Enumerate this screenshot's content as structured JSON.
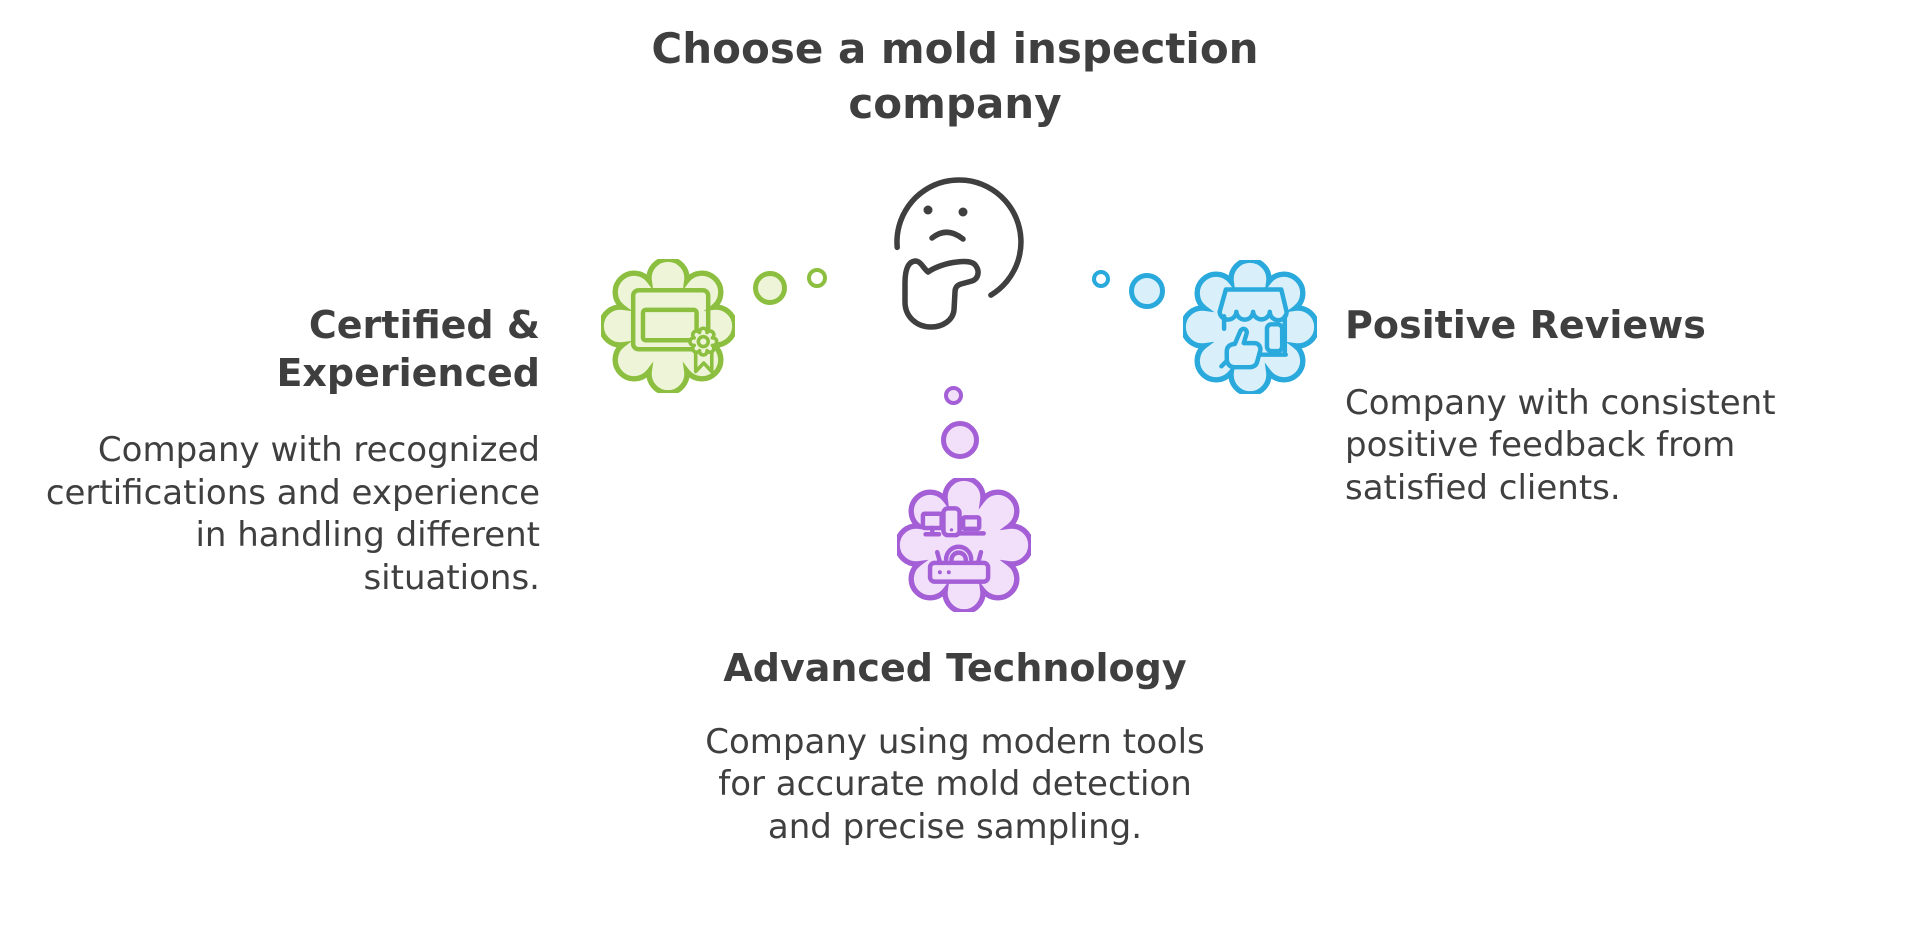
{
  "title": {
    "text": "Choose a mold inspection company"
  },
  "colors": {
    "background": "#ffffff",
    "ink": "#3f3f3f",
    "green": "#8cbf3f",
    "green_light": "#edf4d7",
    "blue": "#29a9dc",
    "blue_light": "#d9f0fa",
    "purple": "#a45fd6",
    "purple_light": "#f2e0fa"
  },
  "center_figure": {
    "icon": "thinking-face-icon"
  },
  "sections": [
    {
      "id": "certified",
      "position": "left",
      "color": "green",
      "icon": "certificate-icon",
      "heading": "Certified & Experienced",
      "body": "Company with recognized certifications and experience in handling different situations."
    },
    {
      "id": "reviews",
      "position": "right",
      "color": "blue",
      "icon": "storefront-thumbs-up-icon",
      "heading": "Positive Reviews",
      "body": "Company with consistent positive feedback from satisfied clients."
    },
    {
      "id": "technology",
      "position": "bottom",
      "color": "purple",
      "icon": "devices-network-icon",
      "heading": "Advanced Technology",
      "body": "Company using modern tools for accurate mold detection and precise sampling."
    }
  ]
}
